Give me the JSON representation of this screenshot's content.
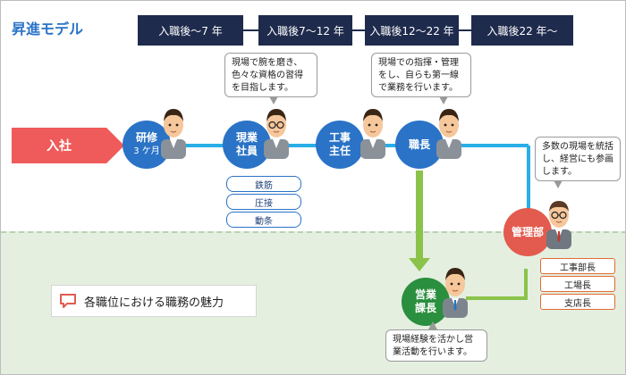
{
  "title": "昇進モデル",
  "periods": [
    "入職後〜7 年",
    "入職後7〜12 年",
    "入職後12〜22 年",
    "入職後22 年〜"
  ],
  "entry": "入社",
  "nodes": {
    "kenshu": {
      "label": "研修",
      "sub": "3 ケ月"
    },
    "genba": {
      "label1": "現業",
      "label2": "社員"
    },
    "koji": {
      "label1": "工事",
      "label2": "主任"
    },
    "shokucho": {
      "label": "職長"
    },
    "kanribu": {
      "label": "管理部"
    },
    "eigyo": {
      "label1": "営業",
      "label2": "課長"
    }
  },
  "bubbles": {
    "genba": [
      "現場で腕を磨き、",
      "色々な資格の習得",
      "を目指します。"
    ],
    "shokucho": [
      "現場での指揮・管理",
      "をし、自らも第一線",
      "で業務を行います。"
    ],
    "kanribu": [
      "多数の現場を統括",
      "し、経営にも参画",
      "します。"
    ],
    "eigyo": [
      "現場経験を活かし営",
      "業活動を行います。"
    ]
  },
  "skill_tags": [
    "鉄筋",
    "圧接",
    "動条"
  ],
  "manager_tags": [
    "工事部長",
    "工場長",
    "支店長"
  ],
  "charm_label": "各職位における職務の魅力",
  "colors": {
    "navy": "#1f2b4d",
    "blue": "#2a73c6",
    "flow": "#29aee6",
    "green": "#2a8f3e",
    "lime": "#8bc34a",
    "red": "#ef5a5a",
    "orange": "#e26b33"
  }
}
